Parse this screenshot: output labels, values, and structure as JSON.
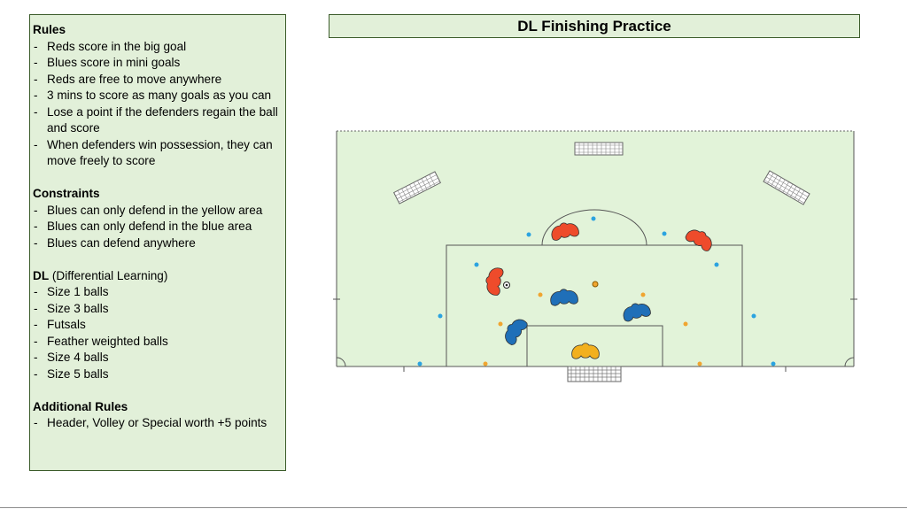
{
  "title": "DL Finishing Practice",
  "sections": [
    {
      "heading": "Rules",
      "items": [
        "Reds score in the big goal",
        "Blues score in mini goals",
        "Reds are free to move anywhere",
        "3 mins to score as many goals as you can",
        "Lose a point if the defenders regain the ball and score",
        "When defenders win possession, they can move freely to score"
      ]
    },
    {
      "heading": "Constraints",
      "items": [
        "Blues can only defend in the yellow area",
        "Blues can only defend in the blue area",
        "Blues can defend anywhere"
      ]
    },
    {
      "heading": "DL",
      "heading_suffix": " (Differential Learning)",
      "items": [
        "Size 1 balls",
        "Size 3 balls",
        "Futsals",
        "Feather weighted balls",
        "Size 4 balls",
        "Size 5 balls"
      ]
    },
    {
      "heading": "Additional Rules",
      "items": [
        "Header, Volley or Special worth +5 points"
      ]
    }
  ],
  "colors": {
    "panel_bg": "#e2f0d9",
    "panel_border": "#3b5b2a",
    "pitch_bg": "#e2f3d9",
    "line": "#555555",
    "red_player": "#ee4b2b",
    "blue_player": "#1f6fb8",
    "yellow_player": "#f2b01e",
    "blue_cone": "#2ba3e0",
    "orange_cone": "#f0a530"
  },
  "diagram": {
    "players": [
      {
        "team": "red",
        "icon": "red-player-icon"
      },
      {
        "team": "red",
        "icon": "red-player-icon"
      },
      {
        "team": "red",
        "icon": "red-player-icon"
      },
      {
        "team": "blue",
        "icon": "blue-player-icon"
      },
      {
        "team": "blue",
        "icon": "blue-player-icon"
      },
      {
        "team": "blue",
        "icon": "blue-player-icon"
      },
      {
        "team": "yellow",
        "icon": "goalkeeper-icon"
      }
    ],
    "goals": [
      "big-goal",
      "mini-goal",
      "mini-goal",
      "mini-goal"
    ],
    "ball": "soccer-ball-icon"
  }
}
